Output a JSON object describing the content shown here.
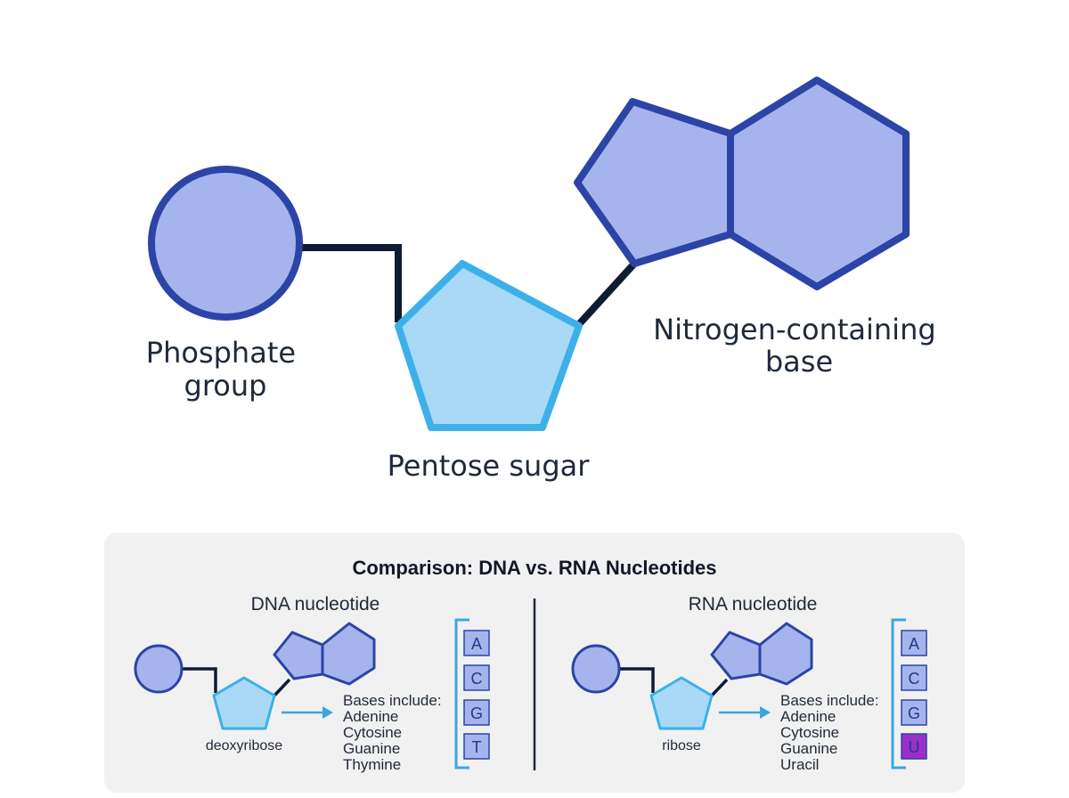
{
  "main": {
    "phosphate_label_lines": [
      "Phosphate",
      "group"
    ],
    "sugar_label": "Pentose sugar",
    "base_label_lines": [
      "Nitrogen-containing",
      "base"
    ]
  },
  "comparison": {
    "title": "Comparison: DNA vs. RNA Nucleotides",
    "dna": {
      "heading": "DNA nucleotide",
      "sugar_label": "deoxyribose",
      "bases_heading": "Bases include:",
      "bases": [
        "Adenine",
        "Cytosine",
        "Guanine",
        "Thymine"
      ],
      "letters": [
        "A",
        "C",
        "G",
        "T"
      ]
    },
    "rna": {
      "heading": "RNA nucleotide",
      "sugar_label": "ribose",
      "bases_heading": "Bases include:",
      "bases": [
        "Adenine",
        "Cytosine",
        "Guanine",
        "Uracil"
      ],
      "letters": [
        "A",
        "C",
        "G",
        "U"
      ],
      "highlighted_letter": "U"
    }
  },
  "colors": {
    "shape_fill": "#a5b4ec",
    "shape_stroke": "#2c44a6",
    "sugar_fill": "#a9d9f7",
    "sugar_stroke": "#3db0ea",
    "bond": "#0f1b33",
    "panel_bg": "#f1f1f2",
    "bracket": "#3aa7e0",
    "uracil_fill": "#9b2fc9"
  }
}
